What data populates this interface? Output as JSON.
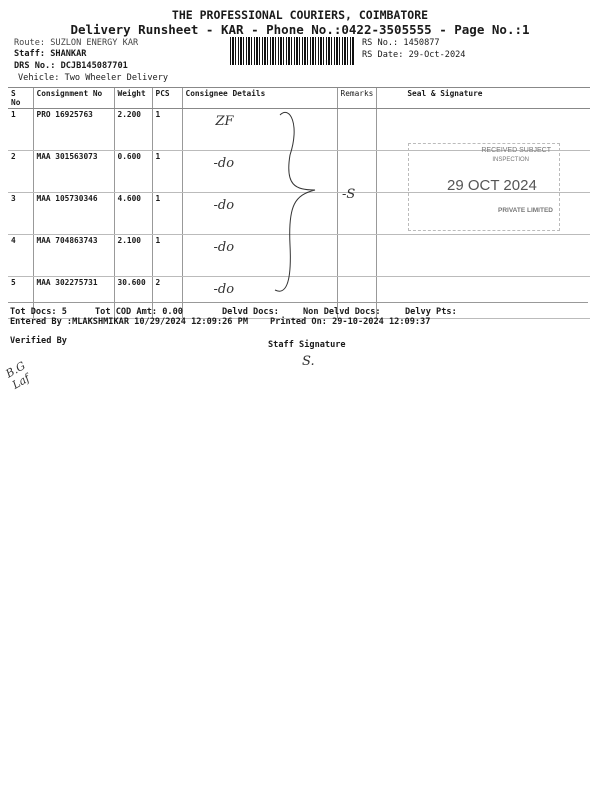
{
  "header": {
    "company": "THE PROFESSIONAL COURIERS, COIMBATORE",
    "subtitle": "Delivery Runsheet - KAR - Phone No.:0422-3505555 - Page No.:1",
    "route": "Route: SUZLON ENERGY KAR",
    "staff": "Staff: SHANKAR",
    "drs": "DRS No.: DCJB145087701",
    "vehicle": "Vehicle: Two Wheeler Delivery",
    "rs_no": "RS No.: 1450877",
    "rs_date": "RS Date: 29-Oct-2024"
  },
  "table": {
    "columns": [
      "S No",
      "Consignment No",
      "Weight",
      "PCS",
      "Consignee Details",
      "Remarks",
      "Seal & Signature"
    ],
    "rows": [
      {
        "sno": "1",
        "consignment": "PRO 16925763",
        "weight": "2.200",
        "pcs": "1",
        "consignee": "ZF"
      },
      {
        "sno": "2",
        "consignment": "MAA 301563073",
        "weight": "0.600",
        "pcs": "1",
        "consignee": "-do"
      },
      {
        "sno": "3",
        "consignment": "MAA 105730346",
        "weight": "4.600",
        "pcs": "1",
        "consignee": "-do"
      },
      {
        "sno": "4",
        "consignment": "MAA 704863743",
        "weight": "2.100",
        "pcs": "1",
        "consignee": "-do"
      },
      {
        "sno": "5",
        "consignment": "MAA 302275731",
        "weight": "30.600",
        "pcs": "2",
        "consignee": "-do"
      }
    ],
    "remark_mark": "-S"
  },
  "stamp": {
    "line1": "RECEIVED SUBJECT",
    "line2": "INSPECTION",
    "date": "29 OCT 2024",
    "line3": "PRIVATE LIMITED"
  },
  "footer": {
    "tot_docs": "Tot Docs:   5",
    "tot_cod": "Tot COD Amt:     0.00",
    "delvd_docs": "Delvd Docs:",
    "non_delvd_docs": "Non Delvd Docs:",
    "delvy_pts": "Delvy Pts:",
    "entered_by": "Entered By :MLAKSHMIKAR 10/29/2024 12:09:26 PM",
    "printed_on": "Printed On: 29-10-2024 12:09:37",
    "verified_by": "Verified By",
    "verified_sign": "B.G Laf",
    "staff_signature": "Staff Signature",
    "staff_sign": "S."
  }
}
